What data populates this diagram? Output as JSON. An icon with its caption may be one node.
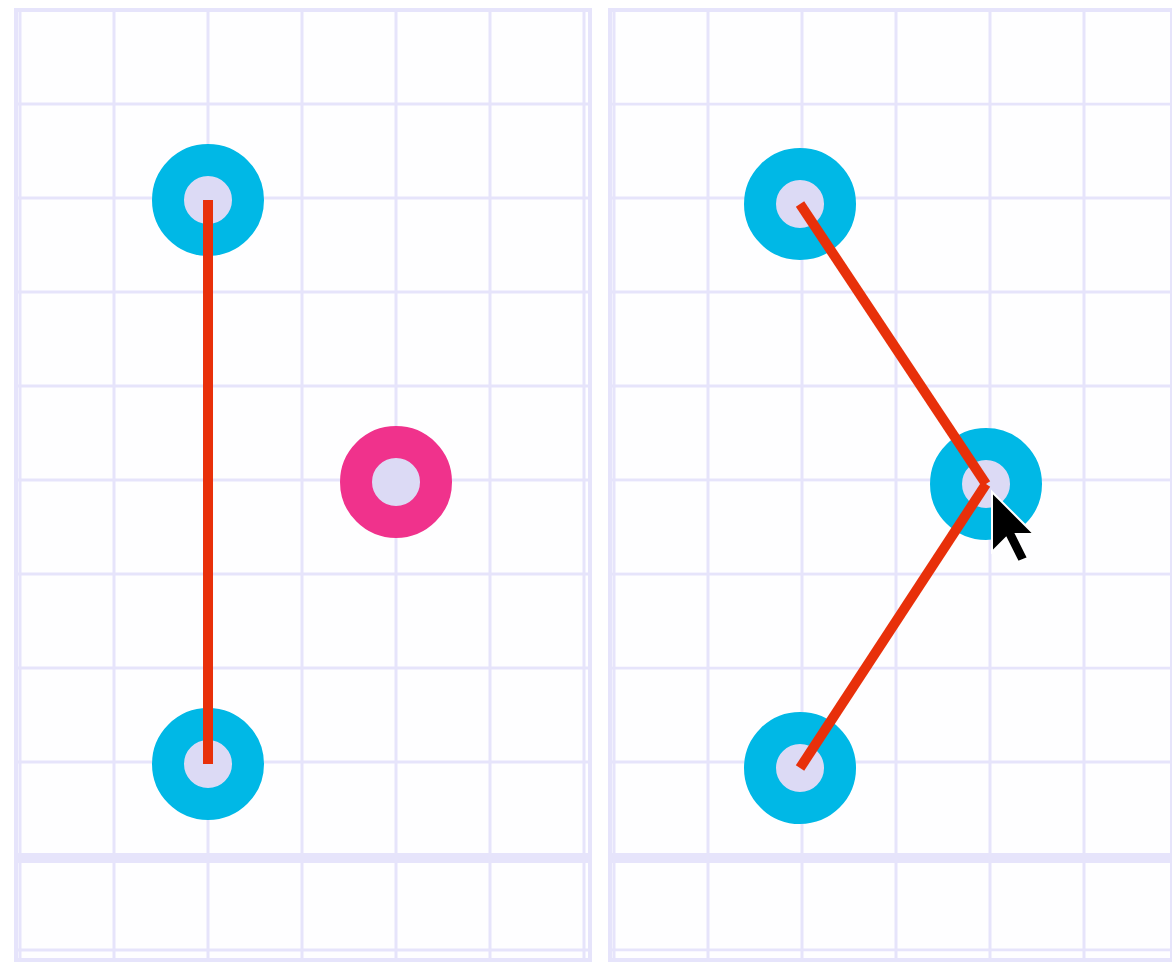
{
  "diagram": {
    "nodes": [
      {
        "text": [],
        "shape": "circle"
      },
      {
        "text": [],
        "shape": "circle"
      },
      {
        "text": [],
        "shape": "circle"
      },
      {
        "text": [],
        "shape": "circle"
      },
      {
        "text": [],
        "shape": "circle"
      },
      {
        "text": [],
        "shape": "circle"
      }
    ],
    "edges": [
      {
        "from": 0,
        "to": 1,
        "arrow": "none"
      },
      {
        "from": 3,
        "to": 4,
        "arrow": "none"
      },
      {
        "from": 4,
        "to": 5,
        "arrow": "none"
      }
    ]
  }
}
